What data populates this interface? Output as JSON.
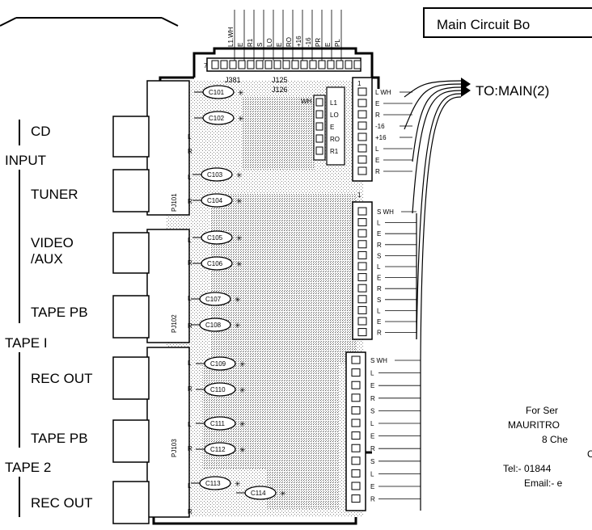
{
  "header": {
    "title": "Main Circuit Bo"
  },
  "destination": {
    "label": "TO:MAIN(2)"
  },
  "input_labels": {
    "cd": "CD",
    "input": "INPUT",
    "tuner": "TUNER",
    "video_line1": "VIDEO",
    "video_line2": "/AUX",
    "tape1_pb": "TAPE PB",
    "tape1": "TAPE I",
    "tape1_rec": "REC OUT",
    "tape2_pb": "TAPE PB",
    "tape2": "TAPE 2",
    "tape2_rec": "REC OUT"
  },
  "board_refs": {
    "j381": "J381",
    "j125": "J125",
    "j126": "J126",
    "pj101": "PJ101",
    "pj102": "PJ102",
    "pj103": "PJ103",
    "pin7": "7",
    "pin1a": "1",
    "pin1b": "1"
  },
  "top_connector_pins": [
    "L1.WH",
    "E",
    "R1",
    "S",
    "LO",
    "E",
    "RO",
    "+16",
    "-16",
    "PR",
    "E",
    "PL"
  ],
  "j125_pins": [
    "L1",
    "LO",
    "E",
    "RO",
    "R1"
  ],
  "j125_wh": "WH",
  "capacitors": [
    "C101",
    "C102",
    "C103",
    "C104",
    "C105",
    "C106",
    "C107",
    "C108",
    "C109",
    "C110",
    "C111",
    "C112",
    "C113",
    "C114"
  ],
  "jack_lr": [
    "L",
    "R"
  ],
  "connector1": {
    "labels": [
      "L WH",
      "E",
      "R",
      "-16",
      "+16",
      "L",
      "E",
      "R"
    ]
  },
  "connector2": {
    "labels": [
      "S WH",
      "L",
      "E",
      "R",
      "S",
      "L",
      "E",
      "R",
      "S",
      "L",
      "E",
      "R"
    ]
  },
  "connector3": {
    "labels": [
      "S WH",
      "L",
      "E",
      "R",
      "S",
      "L",
      "E",
      "R",
      "S",
      "L",
      "E",
      "R"
    ]
  },
  "service_info": {
    "line1": "For Ser",
    "line2": "MAURITRO",
    "line3": "8 Che",
    "line4": "C",
    "line5": "Tel:- 01844",
    "line6": "Email:- e"
  }
}
